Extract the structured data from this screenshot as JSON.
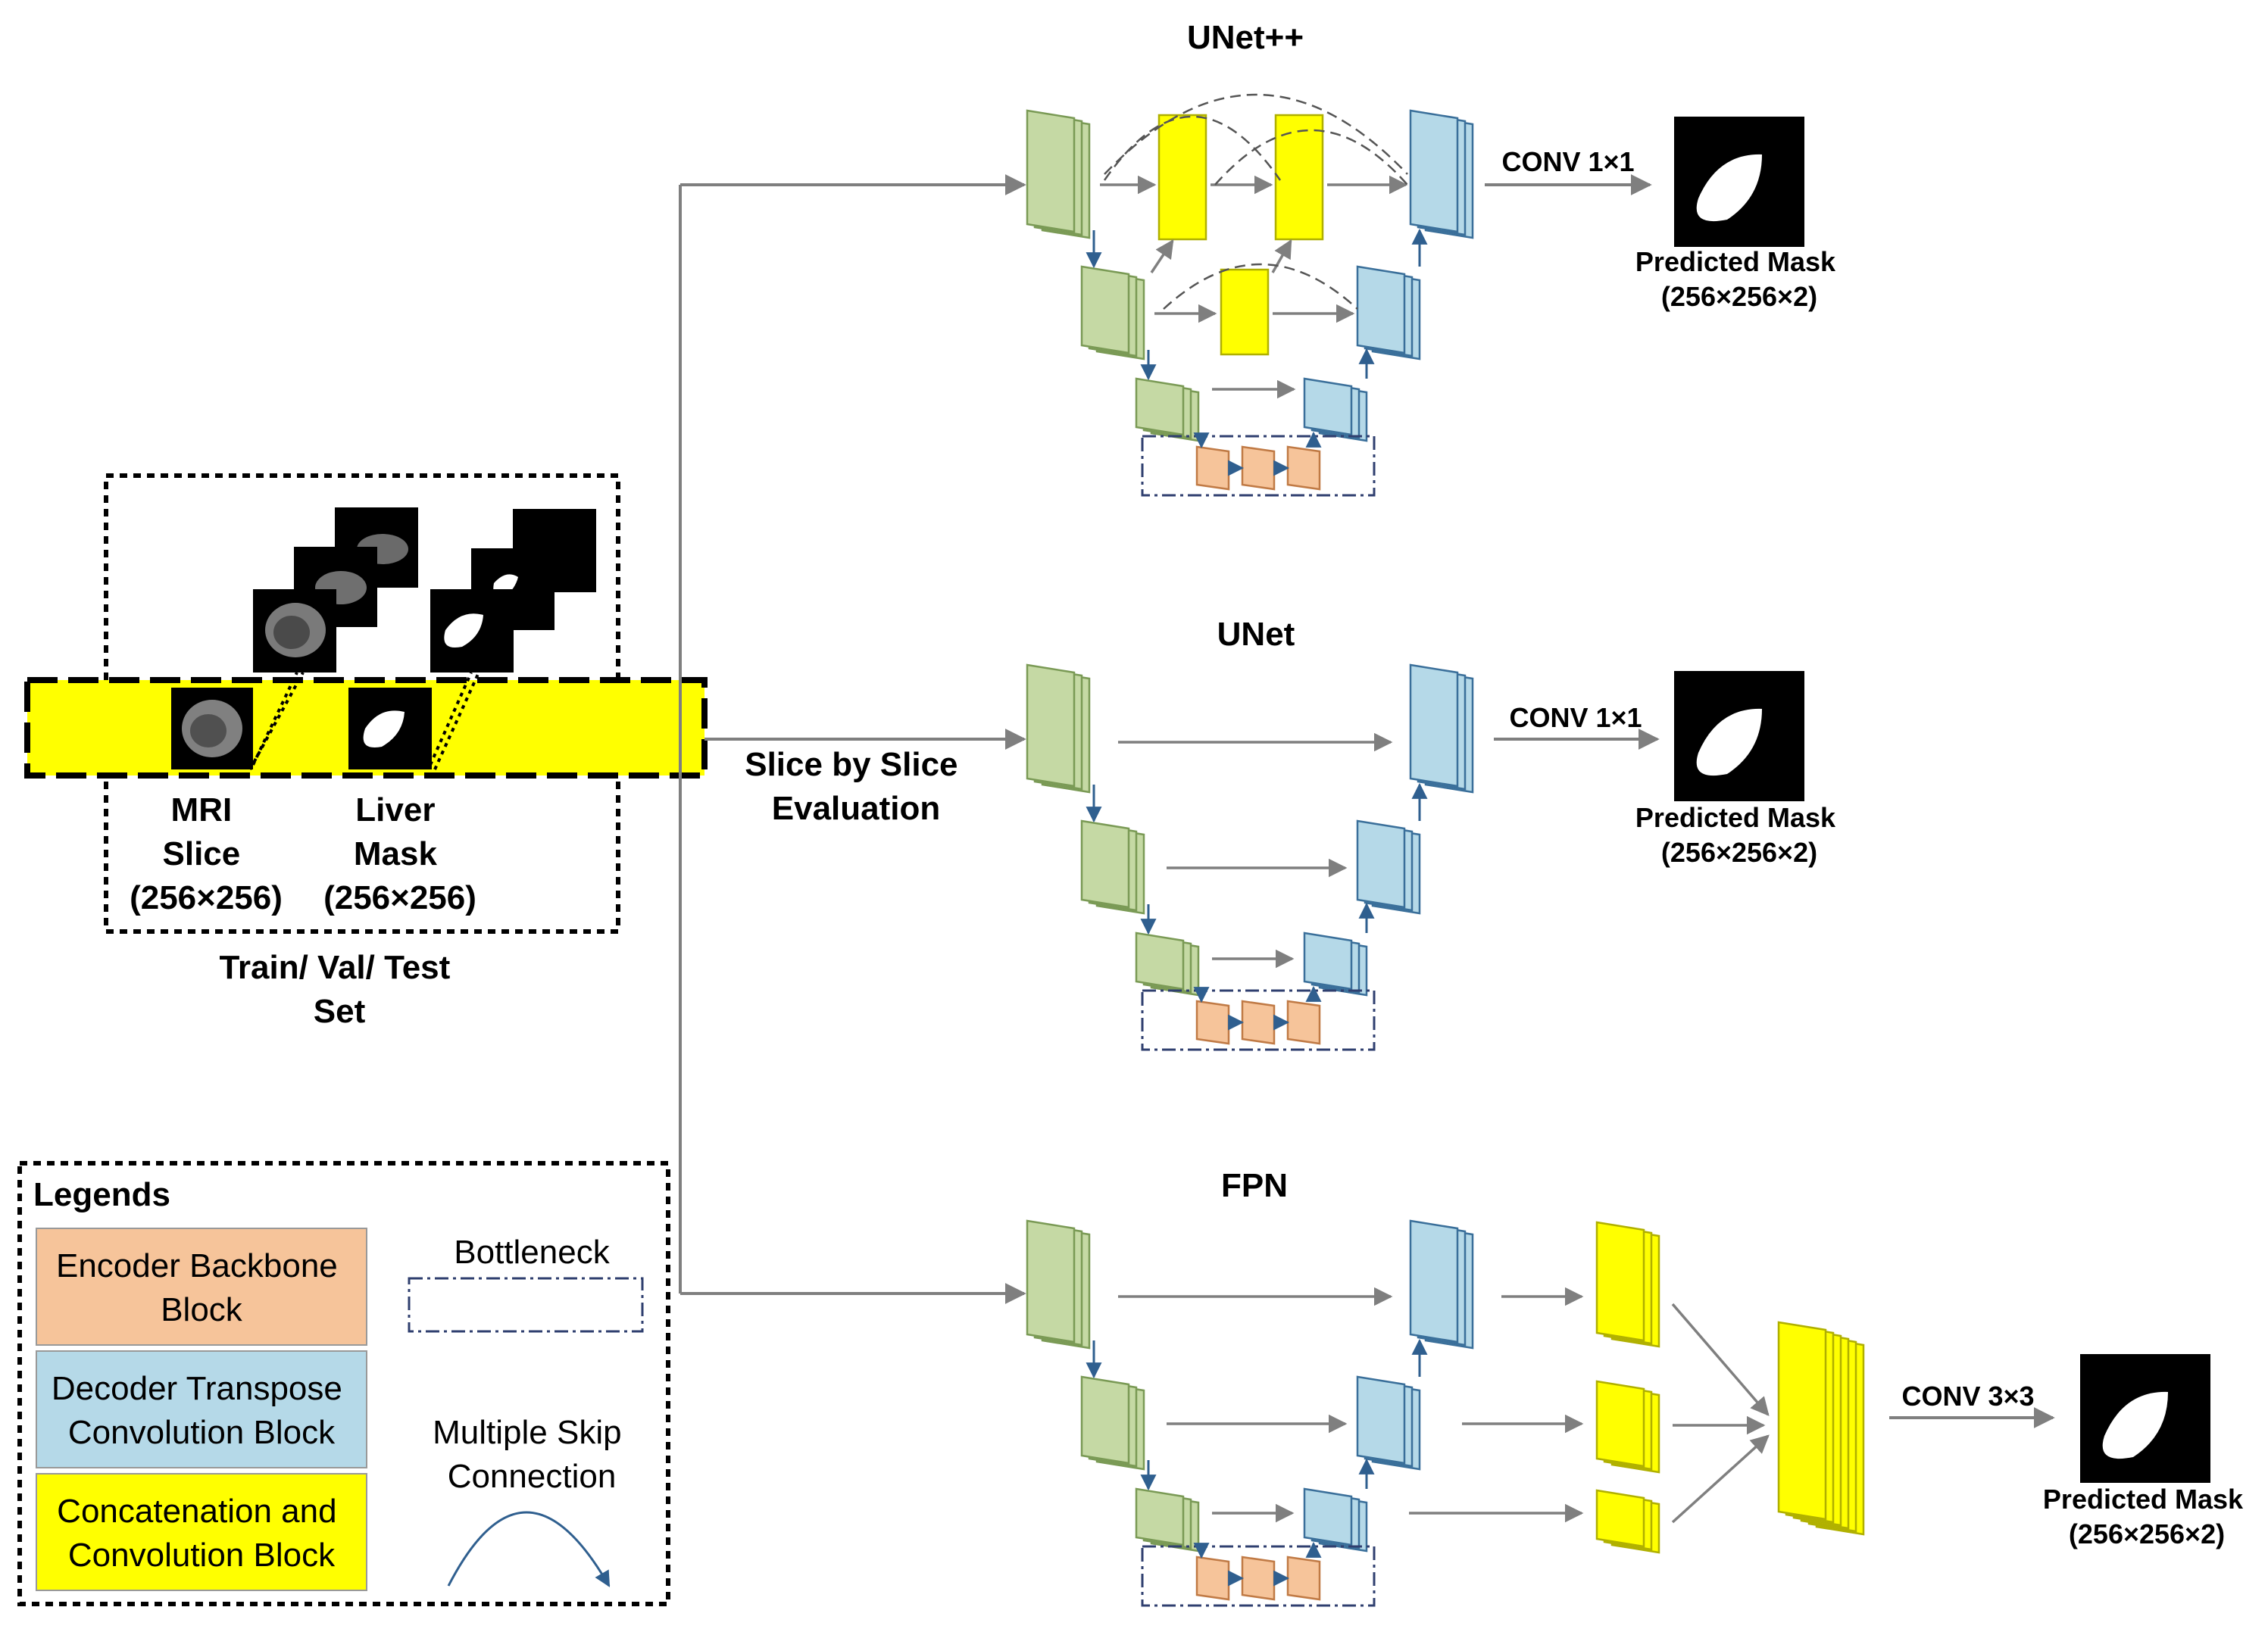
{
  "colors": {
    "encoder": "#c5d9a4",
    "encoder_stroke": "#7a9a55",
    "decoder": "#b5d9e8",
    "decoder_stroke": "#3a6f9a",
    "concat": "#ffff00",
    "concat_stroke": "#b0b000",
    "backbone": "#f6c49a",
    "backbone_stroke": "#c07a45",
    "yellow_band": "#ffff00",
    "arrow": "#7f7f7f",
    "dark_arrow": "#2f5f8f"
  },
  "dataset": {
    "mri_label": [
      "MRI",
      "Slice",
      "(256×256)"
    ],
    "mask_label": [
      "Liver",
      "Mask",
      "(256×256)"
    ],
    "set_label": [
      "Train/ Val/ Test",
      "Set"
    ],
    "mri_icon": "mri-slice-icon",
    "mask_icon": "liver-mask-icon"
  },
  "flow_label": [
    "Slice by Slice",
    "Evaluation"
  ],
  "models": [
    {
      "title": "UNet++",
      "head": "CONV 1×1",
      "output": [
        "Predicted Mask",
        "(256×256×2)"
      ]
    },
    {
      "title": "UNet",
      "head": "CONV 1×1",
      "output": [
        "Predicted Mask",
        "(256×256×2)"
      ]
    },
    {
      "title": "FPN",
      "head": "CONV 3×3",
      "output": [
        "Predicted Mask",
        "(256×256×2)"
      ]
    }
  ],
  "legend": {
    "title": "Legends",
    "encoder": [
      "Encoder Backbone",
      "Block"
    ],
    "decoder": [
      "Decoder Transpose",
      "Convolution Block"
    ],
    "concat": [
      "Concatenation and",
      "Convolution Block"
    ],
    "bottleneck": "Bottleneck",
    "skip": [
      "Multiple Skip",
      "Connection"
    ]
  }
}
